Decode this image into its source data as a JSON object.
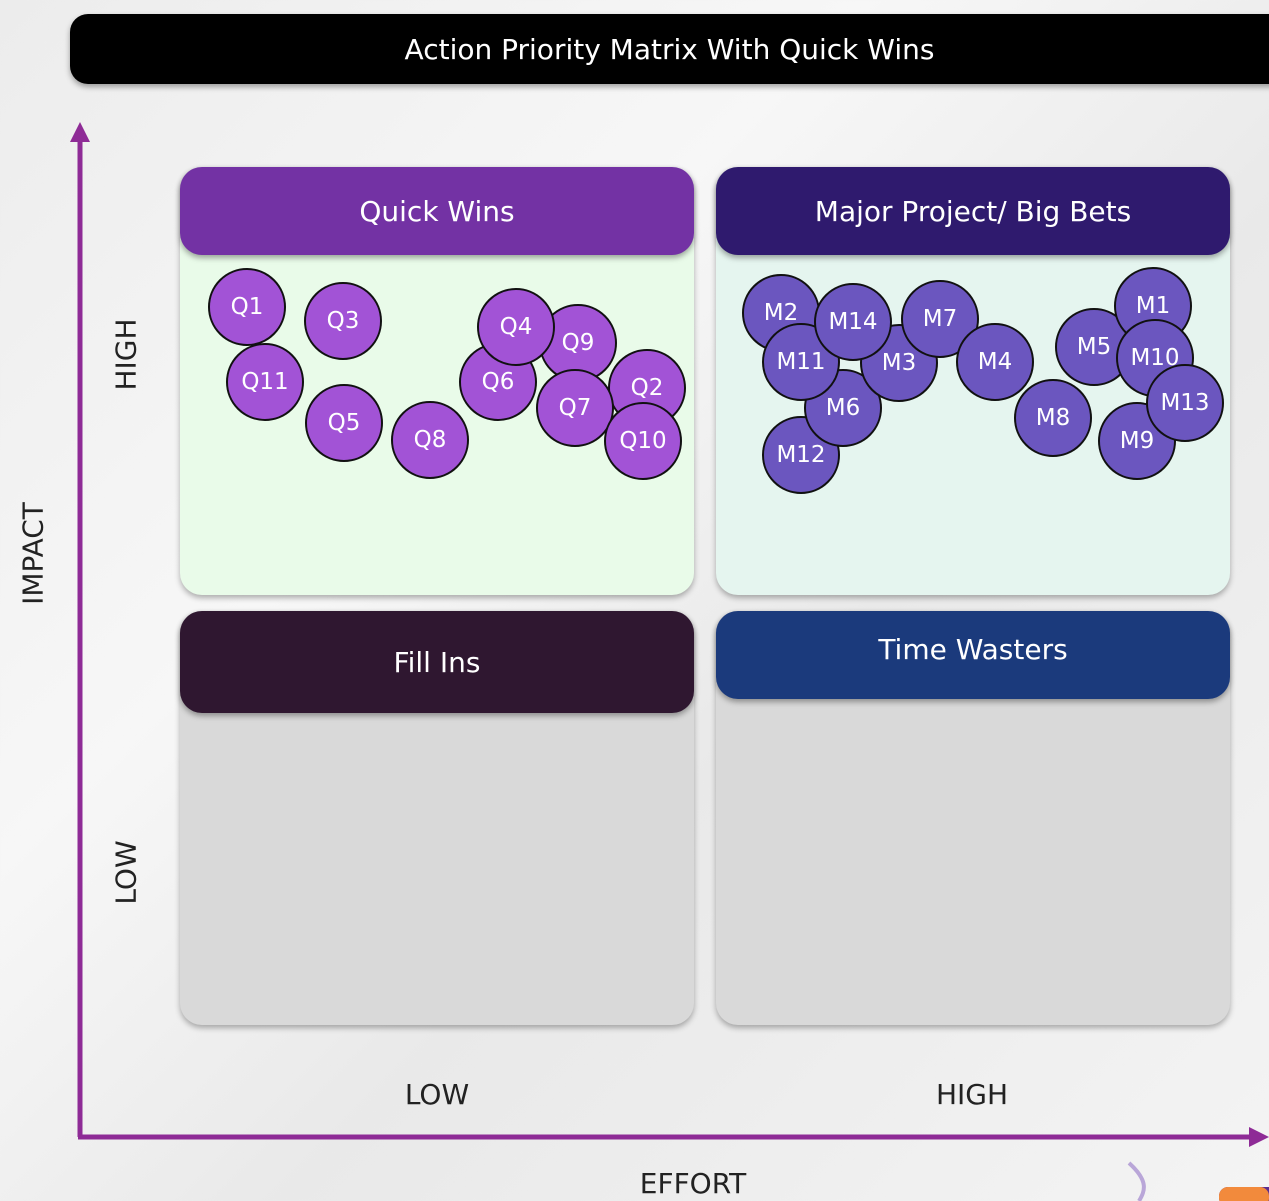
{
  "title": "Action Priority Matrix With Quick Wins",
  "axes": {
    "y_label": "IMPACT",
    "x_label": "EFFORT",
    "y_high": "HIGH",
    "y_low": "LOW",
    "x_low": "LOW",
    "x_high": "HIGH",
    "color": "#8e2b96"
  },
  "quadrants": {
    "quick_wins": {
      "title": "Quick Wins",
      "header_color": "#7332a4",
      "body_color": "#e9fbe9"
    },
    "major_projects": {
      "title": "Major Project/ Big Bets",
      "header_color": "#2f1a6e",
      "body_color": "#e5f5ef"
    },
    "fill_ins": {
      "title": "Fill Ins",
      "header_color": "#2f1730",
      "body_color": "#d9d9d9"
    },
    "time_wasters": {
      "title": "Time Wasters",
      "header_color": "#1b3a7c",
      "body_color": "#d9d9d9"
    }
  },
  "quick_win_items": [
    "Q1",
    "Q3",
    "Q11",
    "Q5",
    "Q8",
    "Q4",
    "Q9",
    "Q6",
    "Q2",
    "Q7",
    "Q10"
  ],
  "major_project_items": [
    "M2",
    "M14",
    "M7",
    "M11",
    "M3",
    "M4",
    "M6",
    "M12",
    "M5",
    "M1",
    "M10",
    "M13",
    "M8",
    "M9"
  ],
  "colors": {
    "quick_win_bubble": "#a253d6",
    "major_project_bubble": "#6b56bf"
  }
}
